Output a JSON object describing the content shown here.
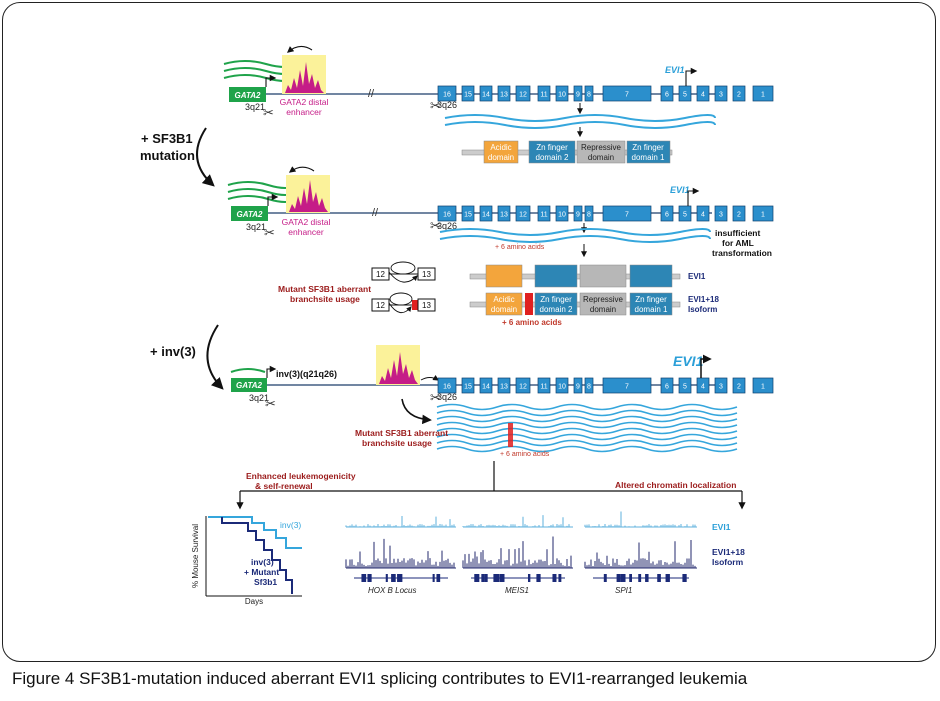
{
  "caption": "Figure 4 SF3B1-mutation induced aberrant EVI1 splicing contributes to EVI1-rearranged leukemia",
  "colors": {
    "exon_fill": "#2b8fcc",
    "exon_stroke": "#0e3f6e",
    "transcript": "#35a6dc",
    "gata2": "#1fa34a",
    "enhancer_bg": "#fbf29a",
    "enhancer_peaks": "#c51c87",
    "red_label": "#9b1b1b",
    "navy": "#1b2a78",
    "acidic": "#f3a53c",
    "zinc": "#2d86b5",
    "repressive": "#b7b7b7",
    "mutant_red": "#e02020",
    "track_light": "#5fb2dd",
    "track_dark": "#23296e"
  },
  "gene": {
    "gata2": "GATA2",
    "enhancer": [
      "GATA2 distal",
      "enhancer"
    ],
    "loc_3q21": "3q21",
    "loc_3q26": "3q26",
    "evi1": "EVI1",
    "exons": [
      "16",
      "15",
      "14",
      "13",
      "12",
      "11",
      "10",
      "9",
      "8",
      "7",
      "6",
      "5",
      "4",
      "3",
      "2",
      "1"
    ]
  },
  "steps": {
    "sf3b1": [
      "+ SF3B1",
      "mutation"
    ],
    "inv3": "+ inv(3)",
    "inv3_label": "inv(3)(q21q26)"
  },
  "protein": {
    "acidic": [
      "Acidic",
      "domain"
    ],
    "zn2": [
      "Zn finger",
      "domain 2"
    ],
    "repressive": [
      "Repressive",
      "domain"
    ],
    "zn1": [
      "Zn finger",
      "domain 1"
    ],
    "evi1_label": "EVI1",
    "evi1_18_label": [
      "EVI1+18",
      "Isoform"
    ],
    "plus6": "+ 6 amino acids"
  },
  "labels": {
    "insufficient": [
      "insufficient",
      "for AML",
      "transformation"
    ],
    "mutant_branch": [
      "Mutant SF3B1 aberrant",
      "branchsite usage"
    ],
    "exon12": "12",
    "exon13": "13",
    "enhanced": [
      "Enhanced leukemogenicity",
      "& self-renewal"
    ],
    "altered": "Altered chromatin localization"
  },
  "survival": {
    "ylabel": "% Mouse Survival",
    "xlabel": "Days",
    "inv3": "inv(3)",
    "mutant": [
      "inv(3)",
      "+ Mutant",
      "Sf3b1"
    ]
  },
  "tracks": {
    "evi1": "EVI1",
    "isoform": [
      "EVI1+18",
      "Isoform"
    ],
    "loci": [
      "HOX B Locus",
      "MEIS1",
      "SPI1"
    ]
  }
}
